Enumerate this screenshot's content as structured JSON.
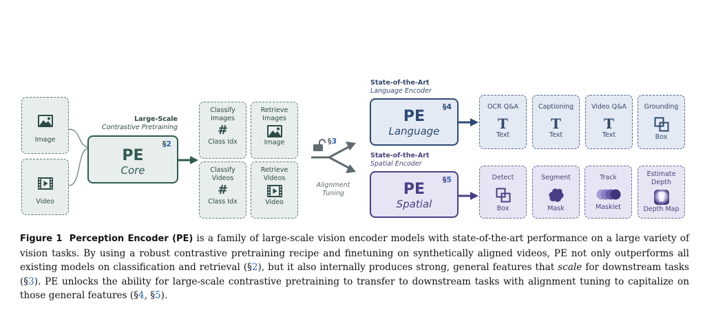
{
  "inputs": [
    {
      "label": "Image",
      "icon": "image-icon"
    },
    {
      "label": "Video",
      "icon": "video-icon"
    }
  ],
  "core": {
    "heading_bold": "Large-Scale",
    "heading_italic": "Contrastive Pretraining",
    "title": "PE",
    "subtitle": "Core",
    "section_mark": "§",
    "section_num": "2"
  },
  "core_tasks": [
    {
      "title": "Classify Images",
      "icon": "hash-icon",
      "glyph": "#",
      "output": "Class Idx"
    },
    {
      "title": "Retrieve Images",
      "icon": "image-icon",
      "output": "Image"
    },
    {
      "title": "Classify Videos",
      "icon": "hash-icon",
      "glyph": "#",
      "output": "Class Idx"
    },
    {
      "title": "Retrieve Videos",
      "icon": "video-icon",
      "output": "Video"
    }
  ],
  "alignment": {
    "section_mark": "§",
    "section_num": "3",
    "label_line1": "Alignment",
    "label_line2": "Tuning"
  },
  "language": {
    "heading_bold": "State-of-the-Art",
    "heading_italic": "Language Encoder",
    "title": "PE",
    "subtitle": "Language",
    "section_mark": "§",
    "section_num": "4",
    "tasks": [
      {
        "title": "OCR Q&A",
        "glyph": "T",
        "output": "Text"
      },
      {
        "title": "Captioning",
        "glyph": "T",
        "output": "Text"
      },
      {
        "title": "Video Q&A",
        "glyph": "T",
        "output": "Text"
      },
      {
        "title": "Grounding",
        "icon": "box-icon",
        "output": "Box"
      }
    ]
  },
  "spatial": {
    "heading_bold": "State-of-the-Art",
    "heading_italic": "Spatial Encoder",
    "title": "PE",
    "subtitle": "Spatial",
    "section_mark": "§",
    "section_num": "5",
    "tasks": [
      {
        "title": "Detect",
        "icon": "box-icon",
        "output": "Box"
      },
      {
        "title": "Segment",
        "icon": "mask-icon",
        "output": "Mask"
      },
      {
        "title": "Track",
        "icon": "masklet-icon",
        "output": "Masklet"
      },
      {
        "title": "Estimate Depth",
        "icon": "depth-map-icon",
        "output": "Depth Map"
      }
    ]
  },
  "colors": {
    "core": "#2e5a53",
    "language": "#2c4a73",
    "spatial": "#4a3f86",
    "alignment": "#5f6b70",
    "link": "#2f63b8"
  },
  "caption": {
    "figure_label": "Figure 1",
    "title": "Perception Encoder (PE)",
    "text_1": " is a family of large-scale vision encoder models with state-of-the-art performance on a large variety of vision tasks. By using a robust contrastive pretraining recipe and finetuning on synthetically aligned videos, PE not only outperforms all existing models on classification and retrieval (§",
    "ref_1": "2",
    "text_2": "), but it also internally produces strong, general features that ",
    "emph": "scale",
    "text_3": " for downstream tasks (§",
    "ref_2": "3",
    "text_4": "). PE unlocks the ability for large-scale contrastive pretraining to transfer to downstream tasks with alignment tuning to capitalize on those general features (§",
    "ref_3": "4",
    "text_5": ", §",
    "ref_4": "5",
    "text_6": ")."
  }
}
